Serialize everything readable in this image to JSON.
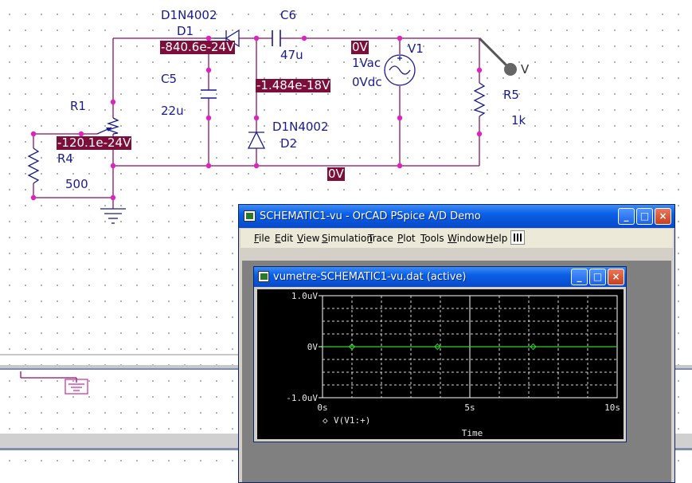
{
  "schematic": {
    "parts": {
      "d1_model": "D1N4002",
      "d1_ref": "D1",
      "c6_ref": "C6",
      "c6_value": "47u",
      "c5_ref": "C5",
      "c5_value": "22u",
      "r1_ref": "R1",
      "r4_ref": "R4",
      "r4_value": "500",
      "v1_ref": "V1",
      "v1_ac": "1Vac",
      "v1_dc": "0Vdc",
      "r5_ref": "R5",
      "r5_value": "1k",
      "d2_model": "D1N4002",
      "d2_ref": "D2",
      "probe_label": "V"
    },
    "voltages": {
      "d1_anode": "-840.6e-24V",
      "v1_top": "0V",
      "d2_cathode": "-1.484e-18V",
      "r1_wiper": "-120.1e-24V",
      "ground_rail": "0V"
    }
  },
  "pspice_window": {
    "title": "SCHEMATIC1-vu - OrCAD PSpice A/D Demo",
    "menu": [
      "File",
      "Edit",
      "View",
      "Simulation",
      "Trace",
      "Plot",
      "Tools",
      "Window",
      "Help"
    ]
  },
  "probe_window": {
    "title": "vumetre-SCHEMATIC1-vu.dat (active)"
  },
  "colors": {
    "wire": "#8b1060",
    "part": "#1a1a8c",
    "node": "#e020c0",
    "voltage_bg": "#7b0f3a",
    "trace": "#30d030"
  },
  "chart_data": {
    "type": "line",
    "x": [
      0,
      2.5,
      5,
      7.5,
      10
    ],
    "series": [
      {
        "name": "V(V1:+)",
        "values": [
          0,
          0,
          0,
          0,
          0
        ]
      }
    ],
    "xlabel": "Time",
    "xticks": [
      "0s",
      "5s",
      "10s"
    ],
    "yticks": [
      "1.0uV",
      "0V",
      "-1.0uV"
    ],
    "xlim": [
      0,
      10
    ],
    "ylim": [
      -1.0,
      1.0
    ],
    "grid": true,
    "legend": "bottom-left"
  }
}
